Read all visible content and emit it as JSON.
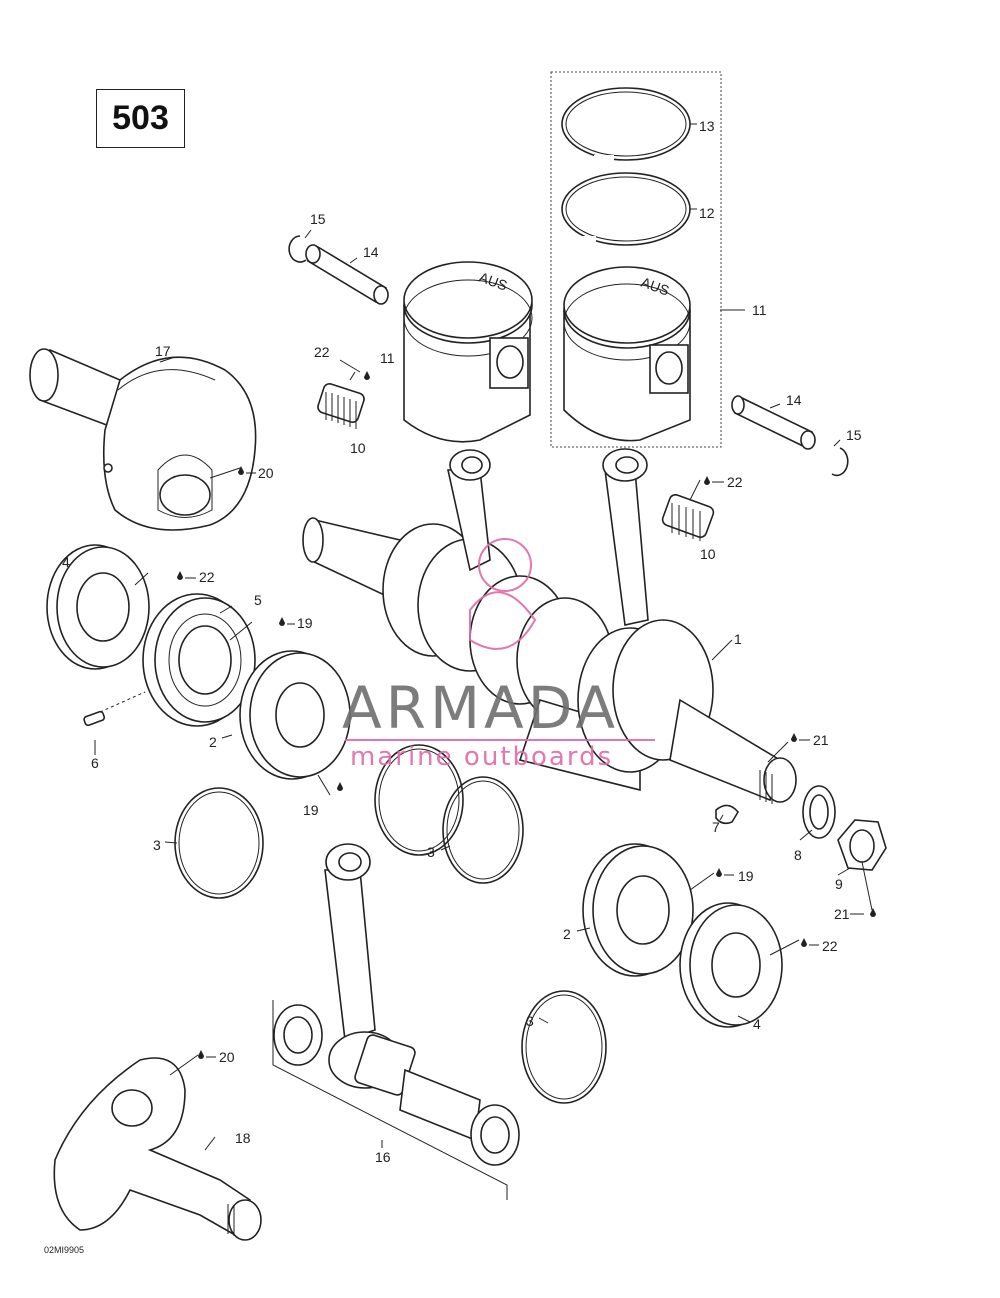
{
  "model_number": "503",
  "drawing_code": "02MI9905",
  "watermark": {
    "brand": "ARMADA",
    "tagline": "marine outboards"
  },
  "callouts": [
    {
      "id": "c13",
      "text": "13"
    },
    {
      "id": "c12",
      "text": "12"
    },
    {
      "id": "c11a",
      "text": "11"
    },
    {
      "id": "c15a",
      "text": "15"
    },
    {
      "id": "c14a",
      "text": "14"
    },
    {
      "id": "c22a",
      "text": "22"
    },
    {
      "id": "c11b",
      "text": "11"
    },
    {
      "id": "c10a",
      "text": "10"
    },
    {
      "id": "c17",
      "text": "17"
    },
    {
      "id": "c20a",
      "text": "20"
    },
    {
      "id": "c14b",
      "text": "14"
    },
    {
      "id": "c15b",
      "text": "15"
    },
    {
      "id": "c22b",
      "text": "22"
    },
    {
      "id": "c10b",
      "text": "10"
    },
    {
      "id": "c4a",
      "text": "4"
    },
    {
      "id": "c22c",
      "text": "22"
    },
    {
      "id": "c5",
      "text": "5"
    },
    {
      "id": "c19a",
      "text": "19"
    },
    {
      "id": "c1",
      "text": "1"
    },
    {
      "id": "c6",
      "text": "6"
    },
    {
      "id": "c2a",
      "text": "2"
    },
    {
      "id": "c21a",
      "text": "21"
    },
    {
      "id": "c19b",
      "text": "19"
    },
    {
      "id": "c7",
      "text": "7"
    },
    {
      "id": "c8",
      "text": "8"
    },
    {
      "id": "c3a",
      "text": "3"
    },
    {
      "id": "c3b",
      "text": "3"
    },
    {
      "id": "c9",
      "text": "9"
    },
    {
      "id": "c19c",
      "text": "19"
    },
    {
      "id": "c21b",
      "text": "21"
    },
    {
      "id": "c2b",
      "text": "2"
    },
    {
      "id": "c22d",
      "text": "22"
    },
    {
      "id": "c3c",
      "text": "3"
    },
    {
      "id": "c4b",
      "text": "4"
    },
    {
      "id": "c20b",
      "text": "20"
    },
    {
      "id": "c18",
      "text": "18"
    },
    {
      "id": "c16",
      "text": "16"
    }
  ]
}
